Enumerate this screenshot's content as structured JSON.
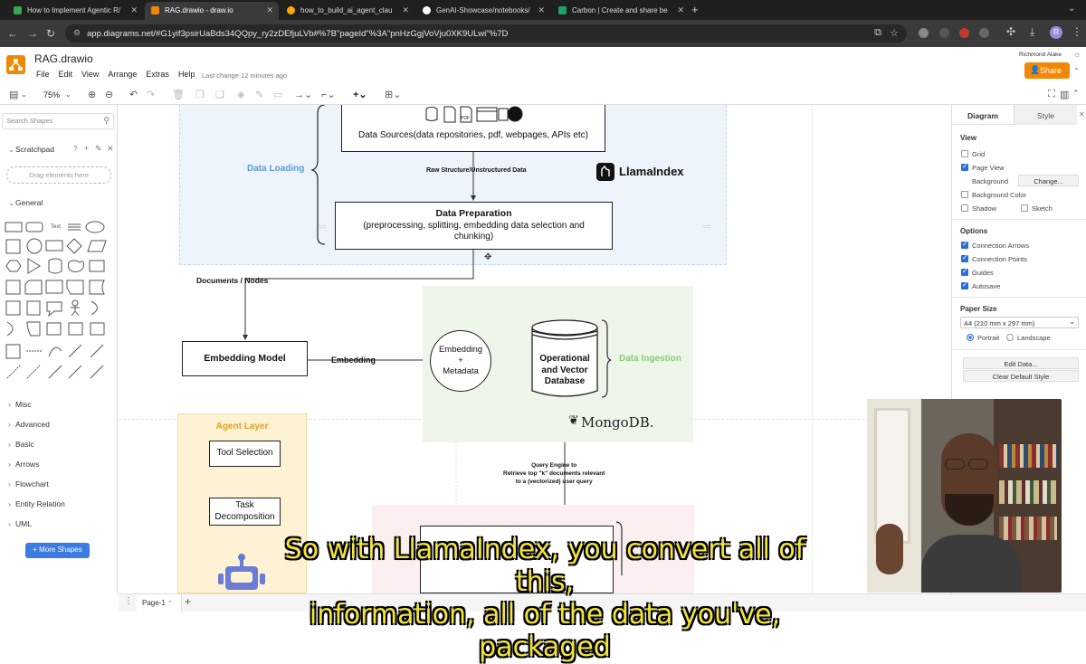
{
  "browser": {
    "tabs": [
      {
        "label": "How to Implement Agentic R/",
        "color": "#34a853"
      },
      {
        "label": "RAG.drawio - draw.io",
        "color": "#f08705",
        "active": true
      },
      {
        "label": "how_to_build_ai_agent_clau",
        "color": "#f9ab00"
      },
      {
        "label": "GenAI-Showcase/notebooks/",
        "color": "#ffffff"
      },
      {
        "label": "Carbon | Create and share be",
        "color": "#1ea362"
      }
    ],
    "url": "app.diagrams.net/#G1yif3psirUaBds34QQpy_ry2zDEfjuLVb#%7B\"pageId\"%3A\"pnHzGgjVoVju0XK9ULwi\"%7D",
    "profile_initial": "R"
  },
  "app": {
    "file_title": "RAG.drawio",
    "menu": [
      "File",
      "Edit",
      "View",
      "Arrange",
      "Extras",
      "Help"
    ],
    "last_change": "Last change 12 minutes ago",
    "user_name": "Richmond Alake",
    "share_label": "Share",
    "zoom": "75%"
  },
  "left_panel": {
    "search_placeholder": "Search Shapes",
    "scratchpad": "Scratchpad",
    "drag_hint": "Drag elements here",
    "general": "General",
    "categories": [
      "Misc",
      "Advanced",
      "Basic",
      "Arrows",
      "Flowchart",
      "Entity Relation",
      "UML"
    ],
    "more_shapes": "+ More Shapes"
  },
  "right_panel": {
    "tabs": [
      "Diagram",
      "Style"
    ],
    "view_heading": "View",
    "view": {
      "grid": "Grid",
      "page_view": "Page View",
      "background": "Background",
      "change": "Change...",
      "background_color": "Background Color",
      "shadow": "Shadow",
      "sketch": "Sketch"
    },
    "options_heading": "Options",
    "options": [
      "Connection Arrows",
      "Connection Points",
      "Guides",
      "Autosave"
    ],
    "paper_heading": "Paper Size",
    "paper_value": "A4 (210 mm x 297 mm)",
    "orientation": {
      "portrait": "Portrait",
      "landscape": "Landscape"
    },
    "edit_data": "Edit Data...",
    "clear_style": "Clear Default Style"
  },
  "diagram": {
    "data_sources": "Data Sources(data repositories, pdf, webpages, APIs etc)",
    "data_loading": "Data Loading",
    "raw_data": "Raw Structure/Unstructured Data",
    "llamaindex": "LlamaIndex",
    "prep_title": "Data Preparation",
    "prep_desc": "(preprocessing, splitting, embedding data selection and chunking)",
    "documents": "Documents / Nodes",
    "embedding_model": "Embedding Model",
    "embedding": "Embedding",
    "embedding_metadata": [
      "Embedding",
      "+",
      "Metadata"
    ],
    "database": "Operational and Vector Database",
    "data_ingestion": "Data Ingestion",
    "mongodb": "MongoDB.",
    "query_engine": [
      "Query Engine to",
      "Retrieve top \"k\" documents relevant",
      "to a (vectorized) user query"
    ],
    "agent_layer": "Agent Layer",
    "tool_selection": "Tool Selection",
    "task_decomposition": "Task Decomposition"
  },
  "bottom": {
    "page_tab": "Page-1"
  },
  "subtitle": [
    "So with LlamaIndex, you convert all of this,",
    "information, all of the data you've, packaged"
  ]
}
